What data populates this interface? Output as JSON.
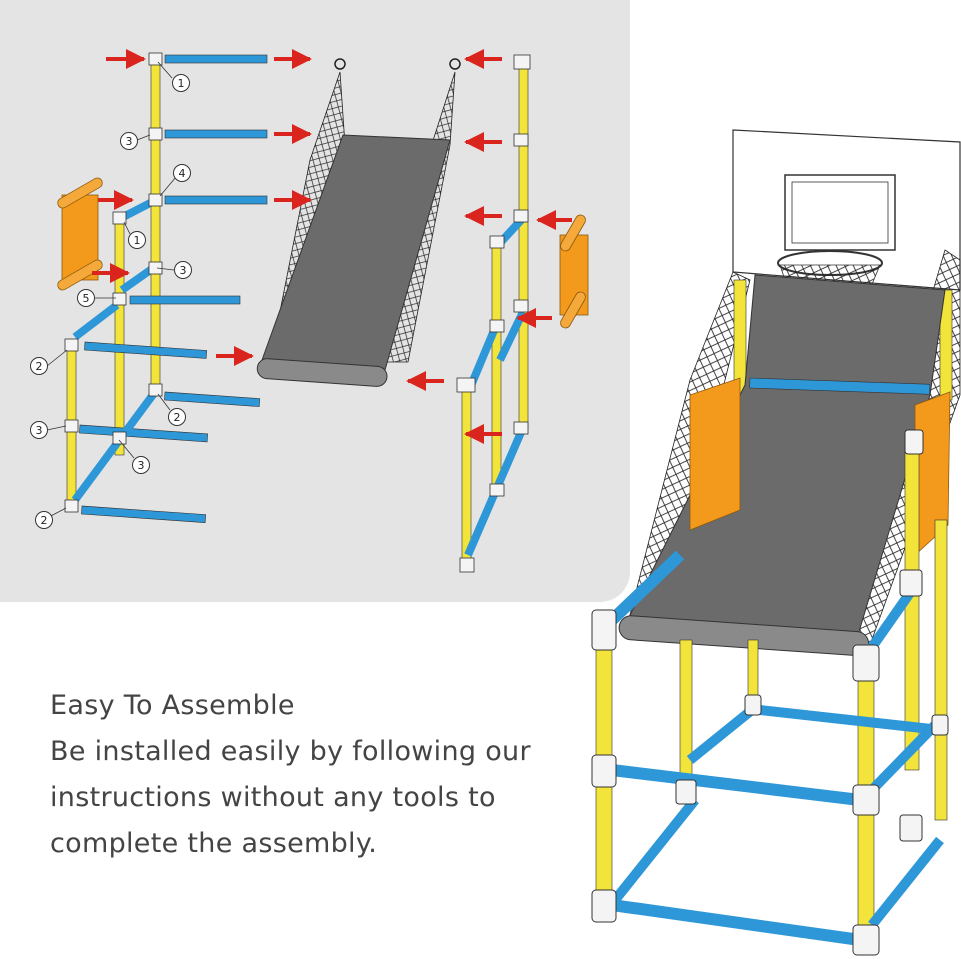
{
  "colors": {
    "panel_bg": "#e4e4e4",
    "yellow_pipe": "#f2e43a",
    "blue_pipe": "#2e97d8",
    "orange_board": "#f39a1c",
    "arrow_red": "#d9251d",
    "ramp_grey": "#6b6b6b",
    "joint_white": "#f4f4f4",
    "text": "#444444"
  },
  "callouts": {
    "c1": "1",
    "c2": "3",
    "c3": "4",
    "c4": "1",
    "c5": "3",
    "c6": "5",
    "c7": "2",
    "c8": "2",
    "c9": "3",
    "c10": "3",
    "c11": "2"
  },
  "caption": {
    "title": "Easy To Assemble",
    "line1": "Be installed easily by following our",
    "line2": "instructions without any tools to",
    "line3": "complete the assembly."
  },
  "icons": {
    "assembly_diagram": "exploded-frame-diagram",
    "assembled_product": "basketball-arcade-illustration"
  }
}
